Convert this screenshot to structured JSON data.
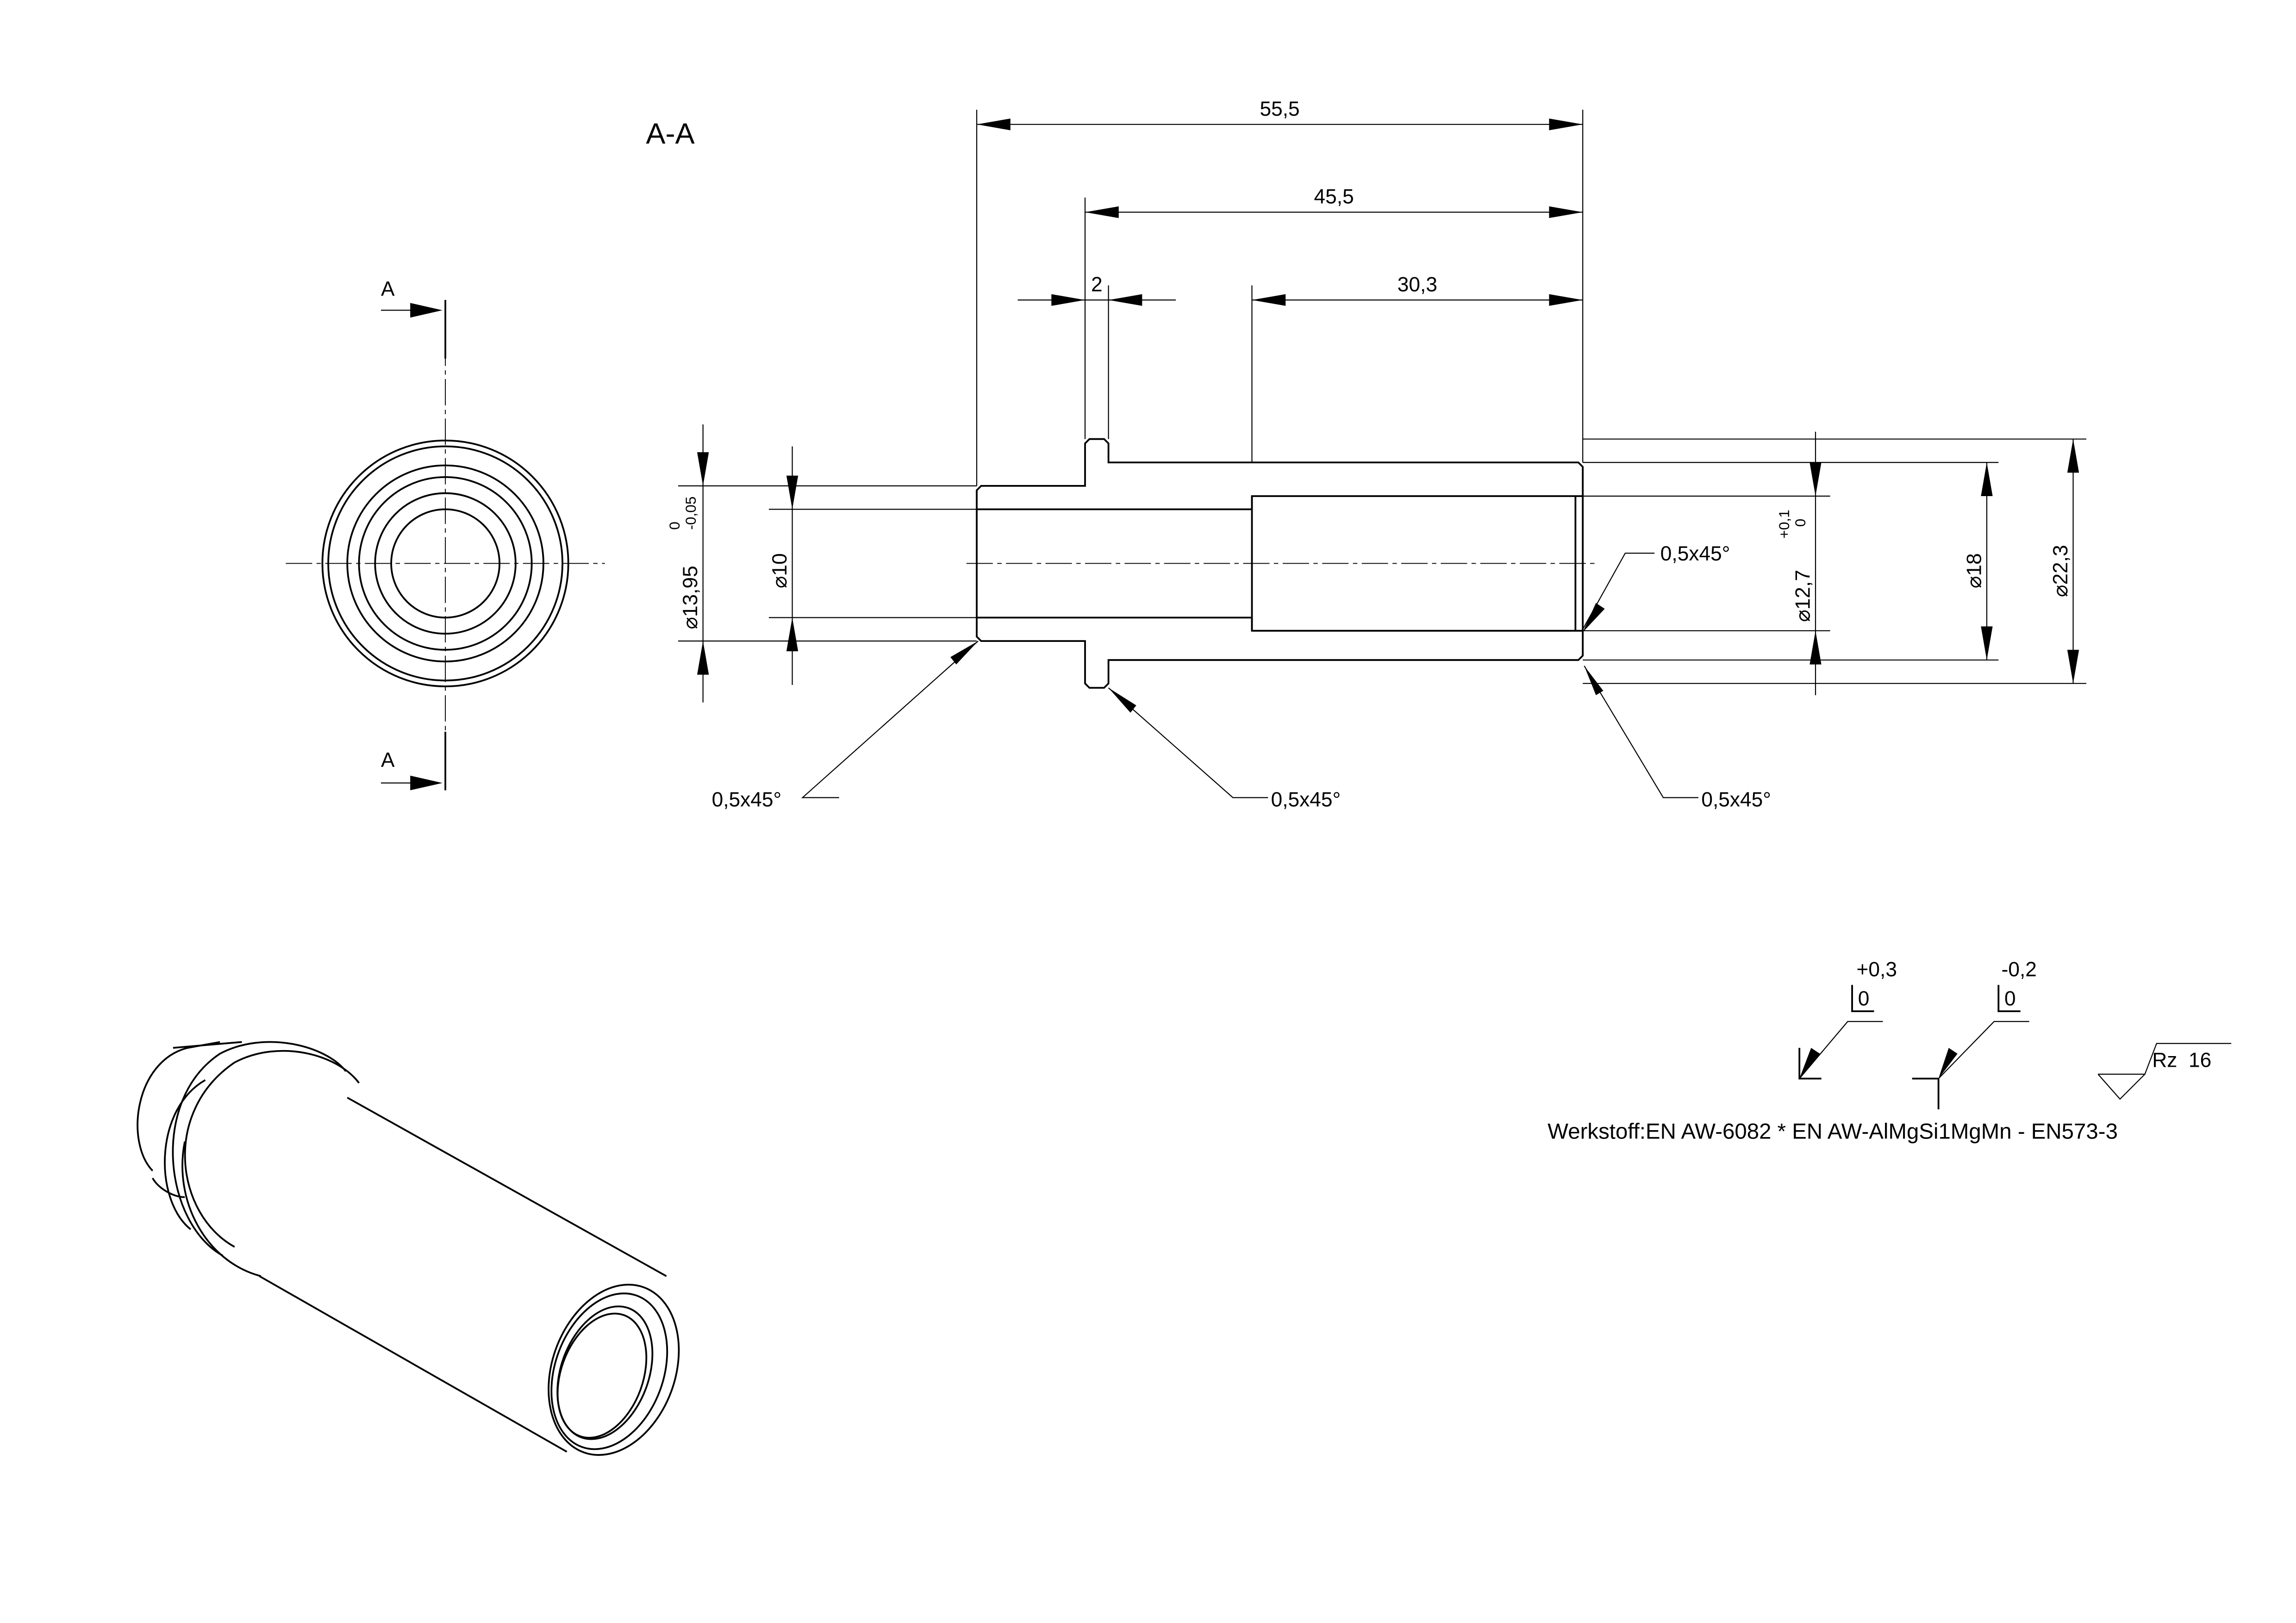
{
  "section_label": "A-A",
  "cut_marks": [
    "A",
    "A"
  ],
  "dimensions": {
    "total_length": "55,5",
    "length_from_flange": "45,5",
    "flange_width": "2",
    "bore_depth": "30,3",
    "neck_diameter": "13,95",
    "neck_tol_upper": "0",
    "neck_tol_lower": "-0,05",
    "small_bore": "10",
    "large_bore": "12,7",
    "bore_tol_upper": "+0,1",
    "bore_tol_lower": "0",
    "body_diameter": "18",
    "flange_diameter": "22,3",
    "diameter_symbol": "⌀"
  },
  "chamfers": [
    "0,5x45°",
    "0,5x45°",
    "0,5x45°",
    "0,5x45°"
  ],
  "edge_symbols": [
    {
      "upper": "+0,3",
      "lower": "0"
    },
    {
      "upper": "-0,2",
      "lower": "0"
    }
  ],
  "surface": "Rz  16",
  "material": "Werkstoff:EN AW-6082 * EN AW-AlMgSi1MgMn - EN573-3"
}
